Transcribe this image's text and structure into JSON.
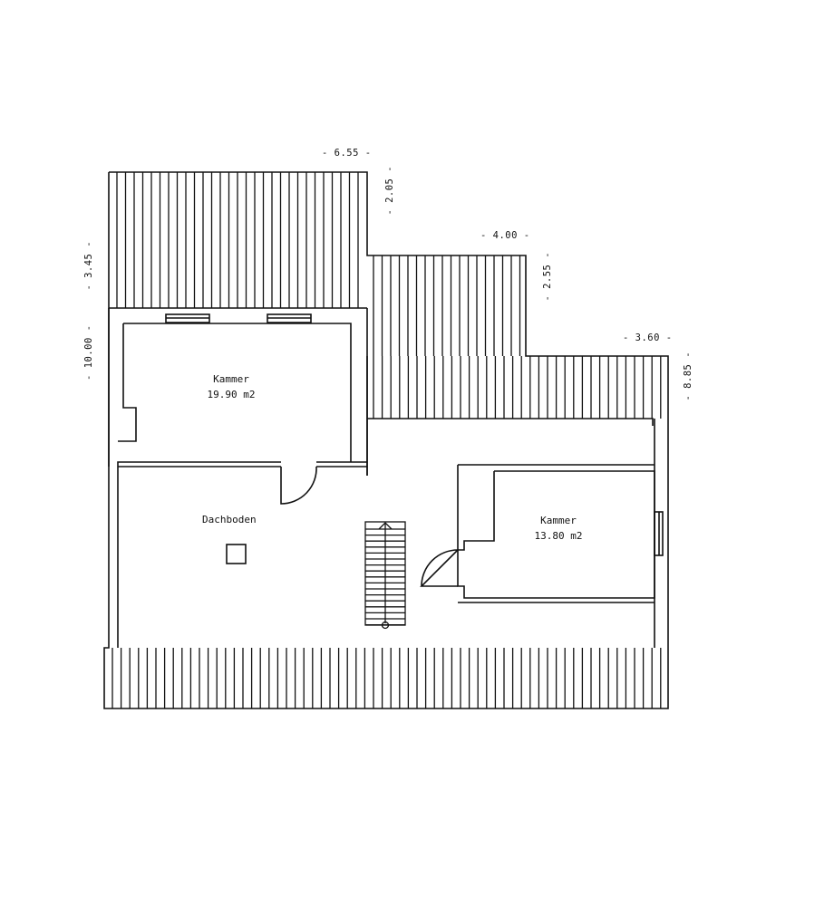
{
  "rooms": {
    "kammer_left": {
      "name": "Kammer",
      "area": "19.90 m2"
    },
    "kammer_right": {
      "name": "Kammer",
      "area": "13.80 m2"
    },
    "dachboden": {
      "name": "Dachboden"
    }
  },
  "dimensions": {
    "top_width": "- 6.55 -",
    "notch_height": "- 2.05 -",
    "middle_width": "- 4.00 -",
    "middle_height": "- 2.55 -",
    "right_width": "- 3.60 -",
    "right_height": "- 8.85 -",
    "left_top_height": "- 3.45 -",
    "left_height": "- 10.00 -"
  },
  "colors": {
    "line": "#111111",
    "background": "#ffffff"
  }
}
